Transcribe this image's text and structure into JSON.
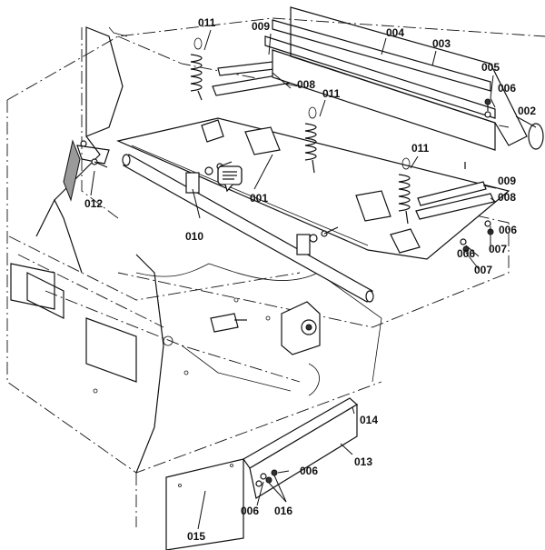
{
  "callouts": {
    "c001": "001",
    "c002": "002",
    "c003": "003",
    "c004": "004",
    "c005": "005",
    "c006a": "006",
    "c006b": "006",
    "c006c": "006",
    "c006d": "006",
    "c006e": "006",
    "c007a": "007",
    "c007b": "007",
    "c008a": "008",
    "c008b": "008",
    "c009a": "009",
    "c009b": "009",
    "c010": "010",
    "c011a": "011",
    "c011b": "011",
    "c011c": "011",
    "c012": "012",
    "c013": "013",
    "c014": "014",
    "c015": "015",
    "c016": "016"
  },
  "icons": {
    "comment": "comment-bubble-icon"
  }
}
